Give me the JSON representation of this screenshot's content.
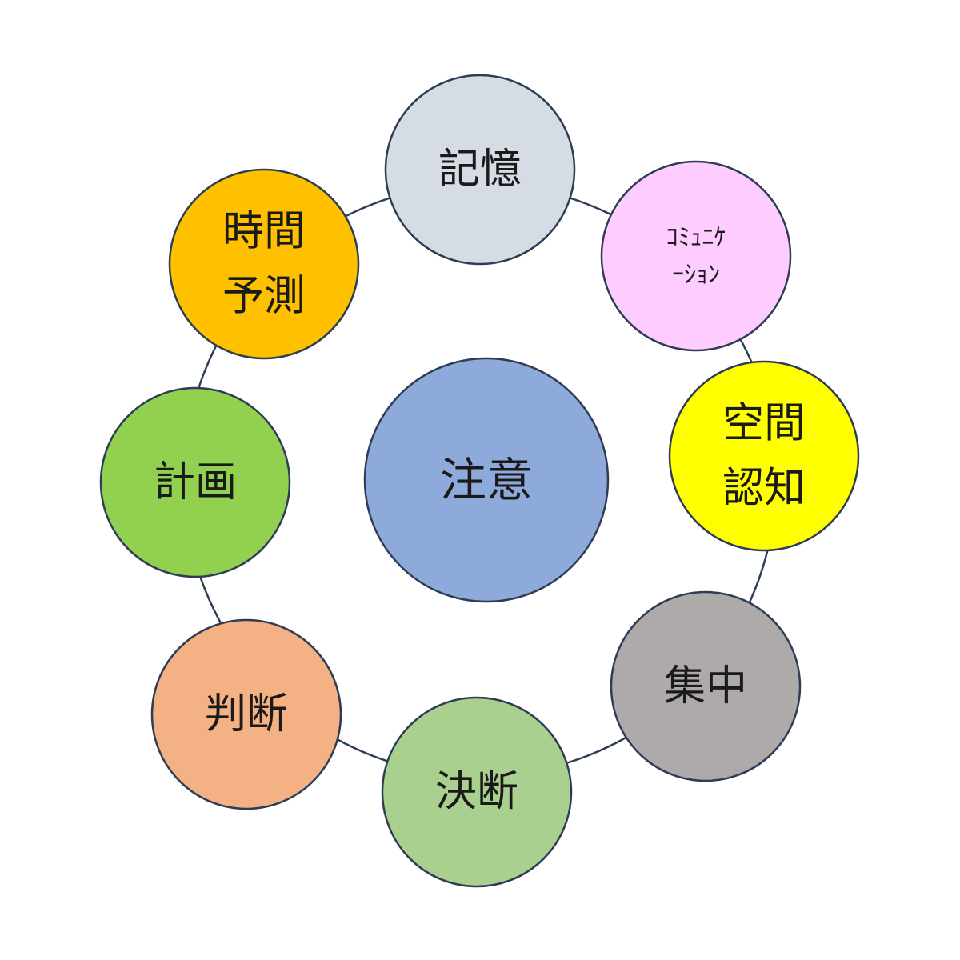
{
  "center": {
    "label": "注意",
    "color": "#8eaadb"
  },
  "nodes": [
    {
      "id": "memory",
      "lines": [
        "記憶"
      ],
      "color": "#d6dce4"
    },
    {
      "id": "communication",
      "lines": [
        "ｺﾐｭﾆｹ",
        "ｰｼｮﾝ"
      ],
      "color": "#ffccff"
    },
    {
      "id": "spatial-cognition",
      "lines": [
        "空間",
        "認知"
      ],
      "color": "#ffff00"
    },
    {
      "id": "concentration",
      "lines": [
        "集中"
      ],
      "color": "#aeaaaa"
    },
    {
      "id": "decision",
      "lines": [
        "決断"
      ],
      "color": "#a9d08e"
    },
    {
      "id": "judgment",
      "lines": [
        "判断"
      ],
      "color": "#f4b183"
    },
    {
      "id": "planning",
      "lines": [
        "計画"
      ],
      "color": "#92d050"
    },
    {
      "id": "time-prediction",
      "lines": [
        "時間",
        "予測"
      ],
      "color": "#ffc000"
    }
  ]
}
